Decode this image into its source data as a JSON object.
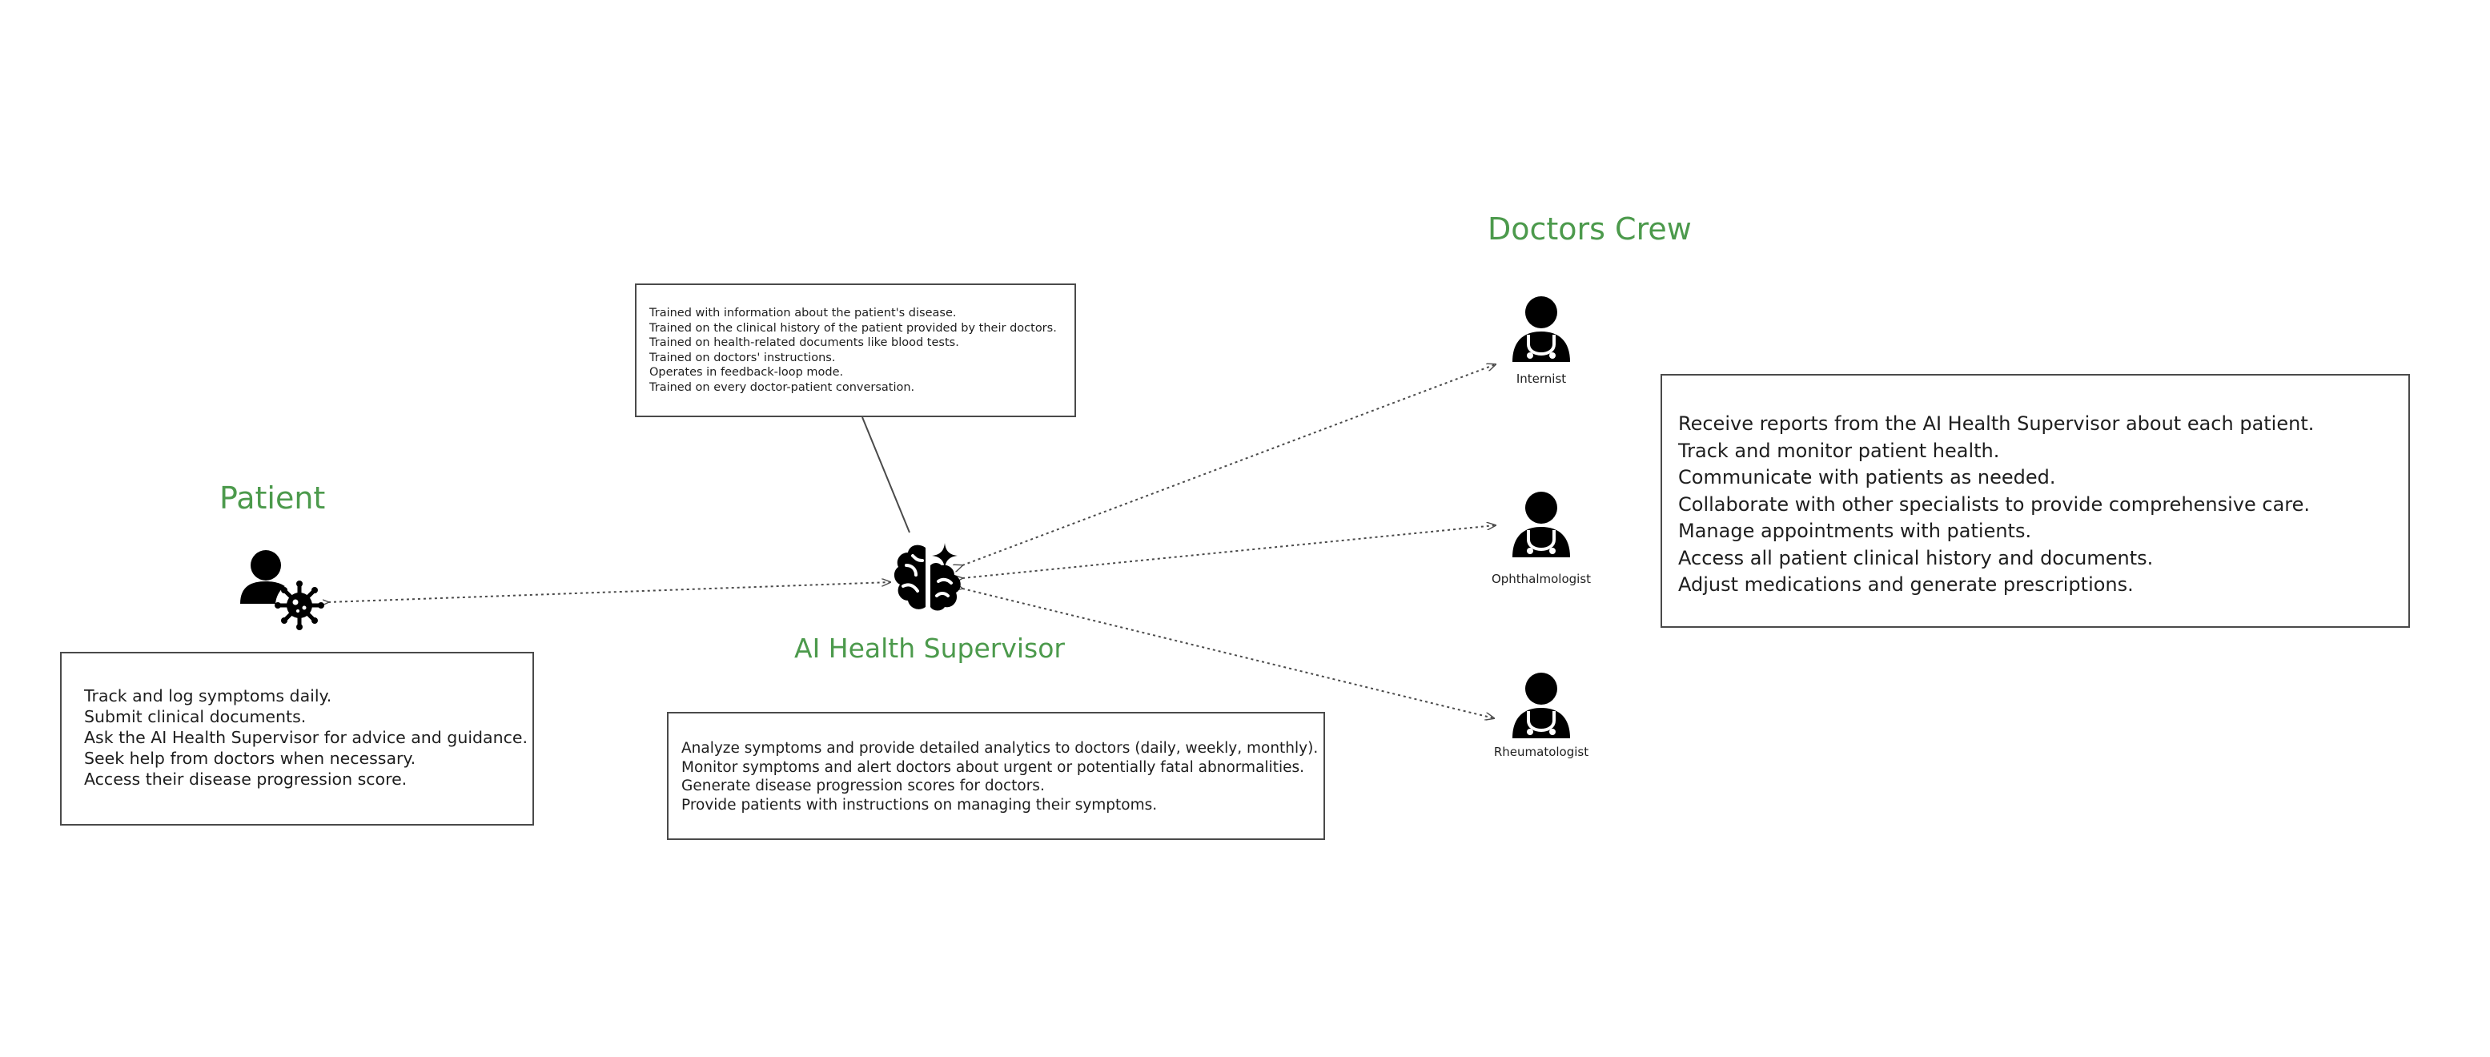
{
  "patient": {
    "title": "Patient",
    "icon": "patient-virus-icon",
    "responsibilities": [
      "Track and log symptoms daily.",
      "Submit clinical documents.",
      "Ask the AI Health Supervisor for advice and guidance.",
      "Seek help from doctors when necessary.",
      "Access their disease progression score."
    ]
  },
  "supervisor": {
    "title": "AI Health Supervisor",
    "icon": "brain-sparkle-icon",
    "training": [
      "Trained with information about the patient's disease.",
      "Trained on the clinical history of the patient provided by their doctors.",
      "Trained on health-related documents like blood tests.",
      "Trained on doctors' instructions.",
      "Operates in feedback-loop mode.",
      "Trained on every doctor-patient conversation."
    ],
    "functions": [
      "Analyze symptoms and provide detailed analytics to doctors (daily, weekly, monthly).",
      "Monitor symptoms and alert doctors about urgent or potentially fatal abnormalities.",
      "Generate disease progression scores for doctors.",
      "Provide patients with instructions on managing their symptoms."
    ]
  },
  "doctors": {
    "title": "Doctors Crew",
    "icon": "doctor-icon",
    "members": [
      {
        "label": "Internist"
      },
      {
        "label": "Ophthalmologist"
      },
      {
        "label": "Rheumatologist"
      }
    ],
    "responsibilities": [
      "Receive reports from the AI Health Supervisor about each patient.",
      "Track and monitor patient health.",
      "Communicate with patients as needed.",
      "Collaborate with other specialists to provide comprehensive care.",
      "Manage appointments with patients.",
      "Access all patient clinical history and documents.",
      "Adjust medications and generate prescriptions."
    ]
  },
  "colors": {
    "title": "#4c9a4c",
    "stroke": "#4a4a4a",
    "icon": "#000000"
  }
}
